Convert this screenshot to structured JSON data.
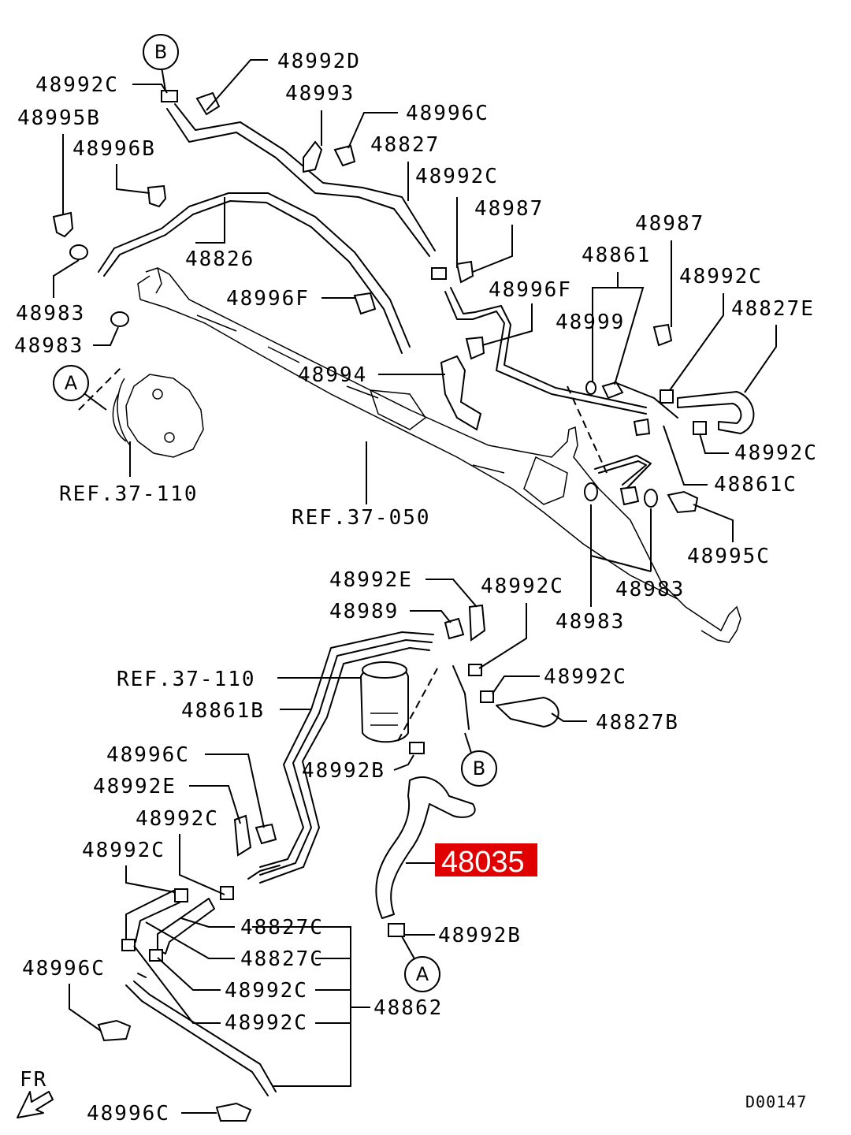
{
  "diagram": {
    "highlight": {
      "text": "48035",
      "color": "#e00000"
    },
    "code": "D00147",
    "fr_label": "FR",
    "callouts": [
      {
        "name": "callout-b-top",
        "text": "B"
      },
      {
        "name": "callout-a-left",
        "text": "A"
      },
      {
        "name": "callout-b-mid",
        "text": "B"
      },
      {
        "name": "callout-a-bottom",
        "text": "A"
      }
    ],
    "labels": [
      {
        "name": "label-48992d",
        "text": "48992D"
      },
      {
        "name": "label-48992c-top",
        "text": "48992C"
      },
      {
        "name": "label-48993",
        "text": "48993"
      },
      {
        "name": "label-48995b",
        "text": "48995B"
      },
      {
        "name": "label-48996c-top",
        "text": "48996C"
      },
      {
        "name": "label-48996b",
        "text": "48996B"
      },
      {
        "name": "label-48827",
        "text": "48827"
      },
      {
        "name": "label-48992c-2",
        "text": "48992C"
      },
      {
        "name": "label-48987-left",
        "text": "48987"
      },
      {
        "name": "label-48987-right",
        "text": "48987"
      },
      {
        "name": "label-48826",
        "text": "48826"
      },
      {
        "name": "label-48861",
        "text": "48861"
      },
      {
        "name": "label-48992c-3",
        "text": "48992C"
      },
      {
        "name": "label-48996f-left",
        "text": "48996F"
      },
      {
        "name": "label-48996f-right",
        "text": "48996F"
      },
      {
        "name": "label-48827e",
        "text": "48827E"
      },
      {
        "name": "label-48983-1",
        "text": "48983"
      },
      {
        "name": "label-48999",
        "text": "48999"
      },
      {
        "name": "label-48983-2",
        "text": "48983"
      },
      {
        "name": "label-48994",
        "text": "48994"
      },
      {
        "name": "label-48992c-4",
        "text": "48992C"
      },
      {
        "name": "label-48861c",
        "text": "48861C"
      },
      {
        "name": "label-ref-37-110-top",
        "text": "REF.37-110"
      },
      {
        "name": "label-ref-37-050",
        "text": "REF.37-050"
      },
      {
        "name": "label-48995c",
        "text": "48995C"
      },
      {
        "name": "label-48992e-top",
        "text": "48992E"
      },
      {
        "name": "label-48992c-5",
        "text": "48992C"
      },
      {
        "name": "label-48983-3",
        "text": "48983"
      },
      {
        "name": "label-48989",
        "text": "48989"
      },
      {
        "name": "label-48983-4",
        "text": "48983"
      },
      {
        "name": "label-ref-37-110-mid",
        "text": "REF.37-110"
      },
      {
        "name": "label-48992c-6",
        "text": "48992C"
      },
      {
        "name": "label-48861b",
        "text": "48861B"
      },
      {
        "name": "label-48827b",
        "text": "48827B"
      },
      {
        "name": "label-48996c-mid",
        "text": "48996C"
      },
      {
        "name": "label-48992b-mid",
        "text": "48992B"
      },
      {
        "name": "label-48992e-bottom",
        "text": "48992E"
      },
      {
        "name": "label-48992c-7",
        "text": "48992C"
      },
      {
        "name": "label-48992c-8",
        "text": "48992C"
      },
      {
        "name": "label-48827c-1",
        "text": "48827C"
      },
      {
        "name": "label-48992b-bottom",
        "text": "48992B"
      },
      {
        "name": "label-48827c-2",
        "text": "48827C"
      },
      {
        "name": "label-48996c-left",
        "text": "48996C"
      },
      {
        "name": "label-48992c-9",
        "text": "48992C"
      },
      {
        "name": "label-48862",
        "text": "48862"
      },
      {
        "name": "label-48992c-10",
        "text": "48992C"
      },
      {
        "name": "label-48996c-bottom",
        "text": "48996C"
      }
    ]
  }
}
